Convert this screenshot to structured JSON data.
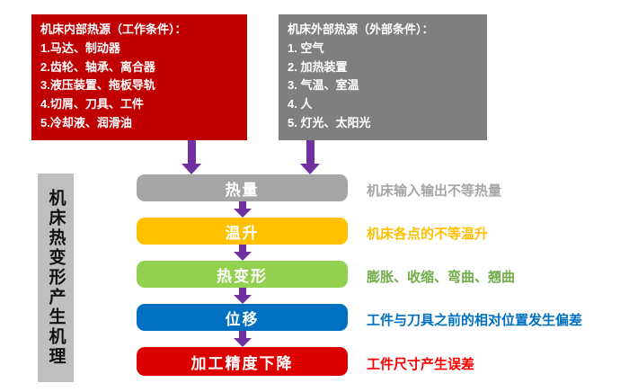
{
  "internal_source": {
    "title": "机床内部热源（工作条件）：",
    "items": [
      "1.马达、制动器",
      "2.齿轮、轴承、离合器",
      "3.液压装置、拖板导轨",
      "4.切屑、刀具、工件",
      "5.冷却液、润滑油"
    ]
  },
  "external_source": {
    "title": "机床外部热源（外部条件）：",
    "items": [
      "1. 空气",
      "2. 加热装置",
      "3. 气温、室温",
      "4. 人",
      "5. 灯光、太阳光"
    ]
  },
  "side_label": "机床热变形产生机理",
  "stages": [
    {
      "label": "热量",
      "annotation": "机床输入输出不等热量",
      "box_color": "#A6A6A6",
      "annotation_color": "#A6A6A6"
    },
    {
      "label": "温升",
      "annotation": "机床各点的不等温升",
      "box_color": "#FFC000",
      "annotation_color": "#FFC000"
    },
    {
      "label": "热变形",
      "annotation": "膨胀、收缩、弯曲、翘曲",
      "box_color": "#92D050",
      "annotation_color": "#70AD47"
    },
    {
      "label": "位移",
      "annotation": "工件与刀具之前的相对位置发生偏差",
      "box_color": "#0070C0",
      "annotation_color": "#0070C0"
    },
    {
      "label": "加工精度下降",
      "annotation": "工件尺寸产生误差",
      "box_color": "#DD0000",
      "annotation_color": "#FF0000"
    }
  ],
  "colors": {
    "internal": "#C00000",
    "external": "#7F7F7F",
    "arrow": "#7030A0",
    "sidebar": "#BFBFBF"
  }
}
